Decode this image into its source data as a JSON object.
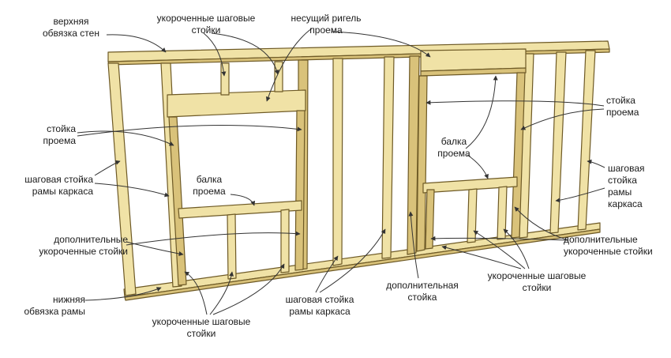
{
  "labels": {
    "top_plate": "верхняя\nобвязка стен",
    "short_studs_top": "укороченные шаговые\nстойки",
    "header_beam": "несущий ригель\nпроема",
    "opening_stud_left": "стойка\nпроема",
    "opening_stud_right": "стойка\nпроема",
    "opening_beam_right": "балка\nпроема",
    "opening_beam_left": "балка\nпроема",
    "step_stud_left": "шаговая стойка\nрамы каркаса",
    "step_stud_right": "шаговая\nстойка\nрамы\nкаркаса",
    "extra_short_left": "дополнительные\nукороченные стойки",
    "extra_short_right": "дополнительные\nукороченные стойки",
    "bottom_plate": "нижняя\nобвязка рамы",
    "short_studs_bottom": "укороченные шаговые\nстойки",
    "step_stud_center": "шаговая стойка\nрамы каркаса",
    "extra_stud_center": "дополнительная\nстойка",
    "short_studs_right": "укороченные шаговые\nстойки"
  },
  "colors": {
    "wood_face": "#f0e2a6",
    "wood_side": "#d9c27a",
    "wood_edge": "#6e5a26",
    "leader": "#333333",
    "text": "#1a1a1a"
  }
}
